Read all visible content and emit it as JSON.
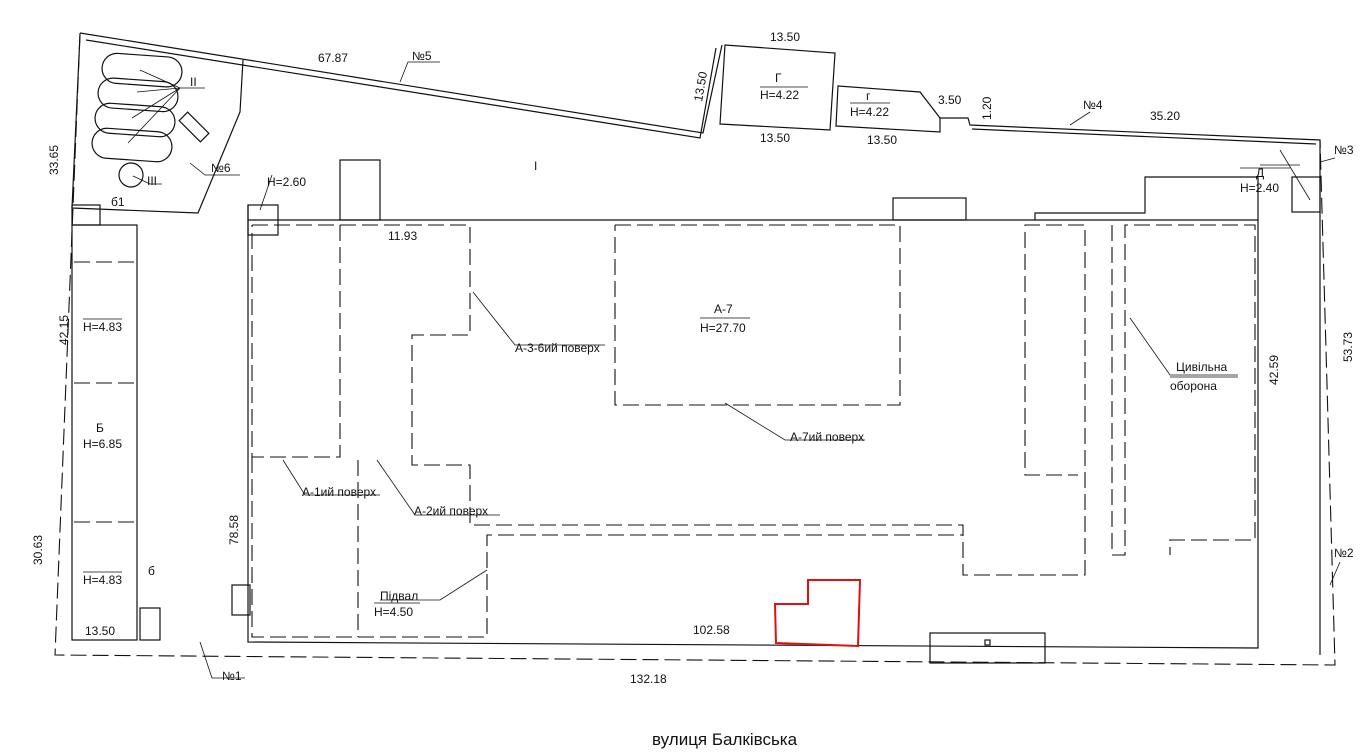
{
  "plan": {
    "street": "вулиця Балківська",
    "dimensions": {
      "d67_87": "67.87",
      "d13_50_top": "13.50",
      "d13_50_side": "13.50",
      "d13_50_g_bottom": "13.50",
      "d13_50_g2_bottom": "13.50",
      "d3_50": "3.50",
      "d1_20": "1.20",
      "d35_20": "35.20",
      "d33_65": "33.65",
      "d42_15": "42.15",
      "d30_63": "30.63",
      "d13_50_left": "13.50",
      "d78_58": "78.58",
      "d11_93": "11.93",
      "d102_58": "102.58",
      "d132_18": "132.18",
      "d42_59": "42.59",
      "d53_73": "53.73"
    },
    "markers": {
      "n1": "№1",
      "n2": "№2",
      "n3": "№3",
      "n4": "№4",
      "n5": "№5",
      "n6": "№6",
      "roman1": "I",
      "roman2": "II",
      "roman3": "III",
      "b1": "б1",
      "b": "б"
    },
    "buildings": {
      "G_name": "Г",
      "G_height": "H=4.22",
      "g_name": "г",
      "g_height": "H=4.22",
      "D_name": "Д",
      "D_height": "H=2.40",
      "h260": "H=2.60",
      "B_name": "Б",
      "B_height": "H=6.85",
      "B_top_height": "H=4.83",
      "B_bottom_height": "H=4.83",
      "A7_name": "А-7",
      "A7_height": "H=27.70",
      "basement_name": "Підвал",
      "basement_height": "H=4.50"
    },
    "callouts": {
      "a36": "А-3-6ий поверх",
      "a7floor": "А-7ий поверх",
      "a1": "А-1ий поверх",
      "a2": "А-2ий поверх",
      "civil1": "Цивільна",
      "civil2": "оборона"
    },
    "highlight_color": "#e01010"
  }
}
